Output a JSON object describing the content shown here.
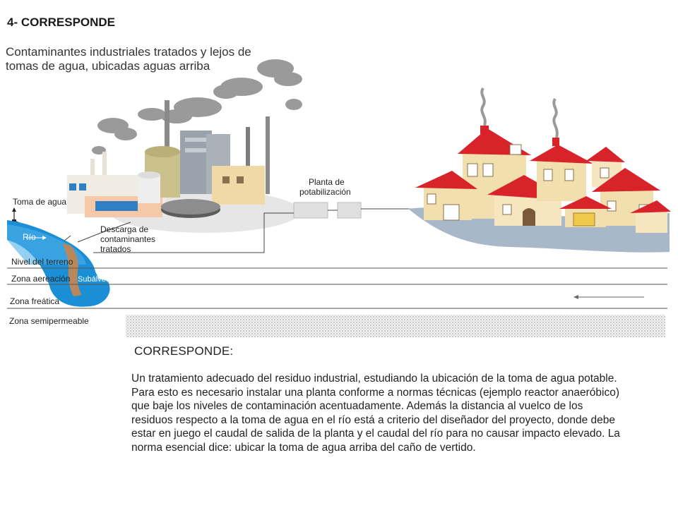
{
  "page": {
    "title": "4- CORRESPONDE",
    "subtitle": "Contaminantes industriales tratados y lejos de tomas de agua, ubicadas aguas arriba"
  },
  "diagram": {
    "labels": {
      "toma_de_agua": "Toma de agua",
      "rio": "Río",
      "descarga_line1": "Descarga de",
      "descarga_line2": "contaminantes",
      "descarga_line3": "tratados",
      "planta_line1": "Planta de",
      "planta_line2": "potabilización",
      "nivel_terreno": "Nivel del terreno",
      "zona_aeracion": "Zona aereación",
      "subalveo": "Subálveo",
      "zona_freatica": "Zona freática",
      "zona_semipermeable": "Zona semipermeable"
    },
    "colors": {
      "river": "#1a8fd6",
      "roof": "#d8232a",
      "smoke": "#9a9a9a",
      "ground_water": "#a9b8c8"
    }
  },
  "answer": {
    "heading": "CORRESPONDE:",
    "body": "Un tratamiento adecuado del residuo industrial, estudiando la ubicación de la toma de agua potable. Para esto es necesario instalar una planta conforme a normas técnicas (ejemplo reactor anaeróbico) que baje los niveles de contaminación acentuadamente. Además  la distancia al vuelco de los residuos respecto a la toma de agua en el río está a criterio del diseñador del proyecto, donde debe estar en juego el caudal de salida de la planta y el caudal del río para no causar impacto elevado. La norma esencial dice: ubicar la toma de agua arriba del caño de vertido."
  }
}
